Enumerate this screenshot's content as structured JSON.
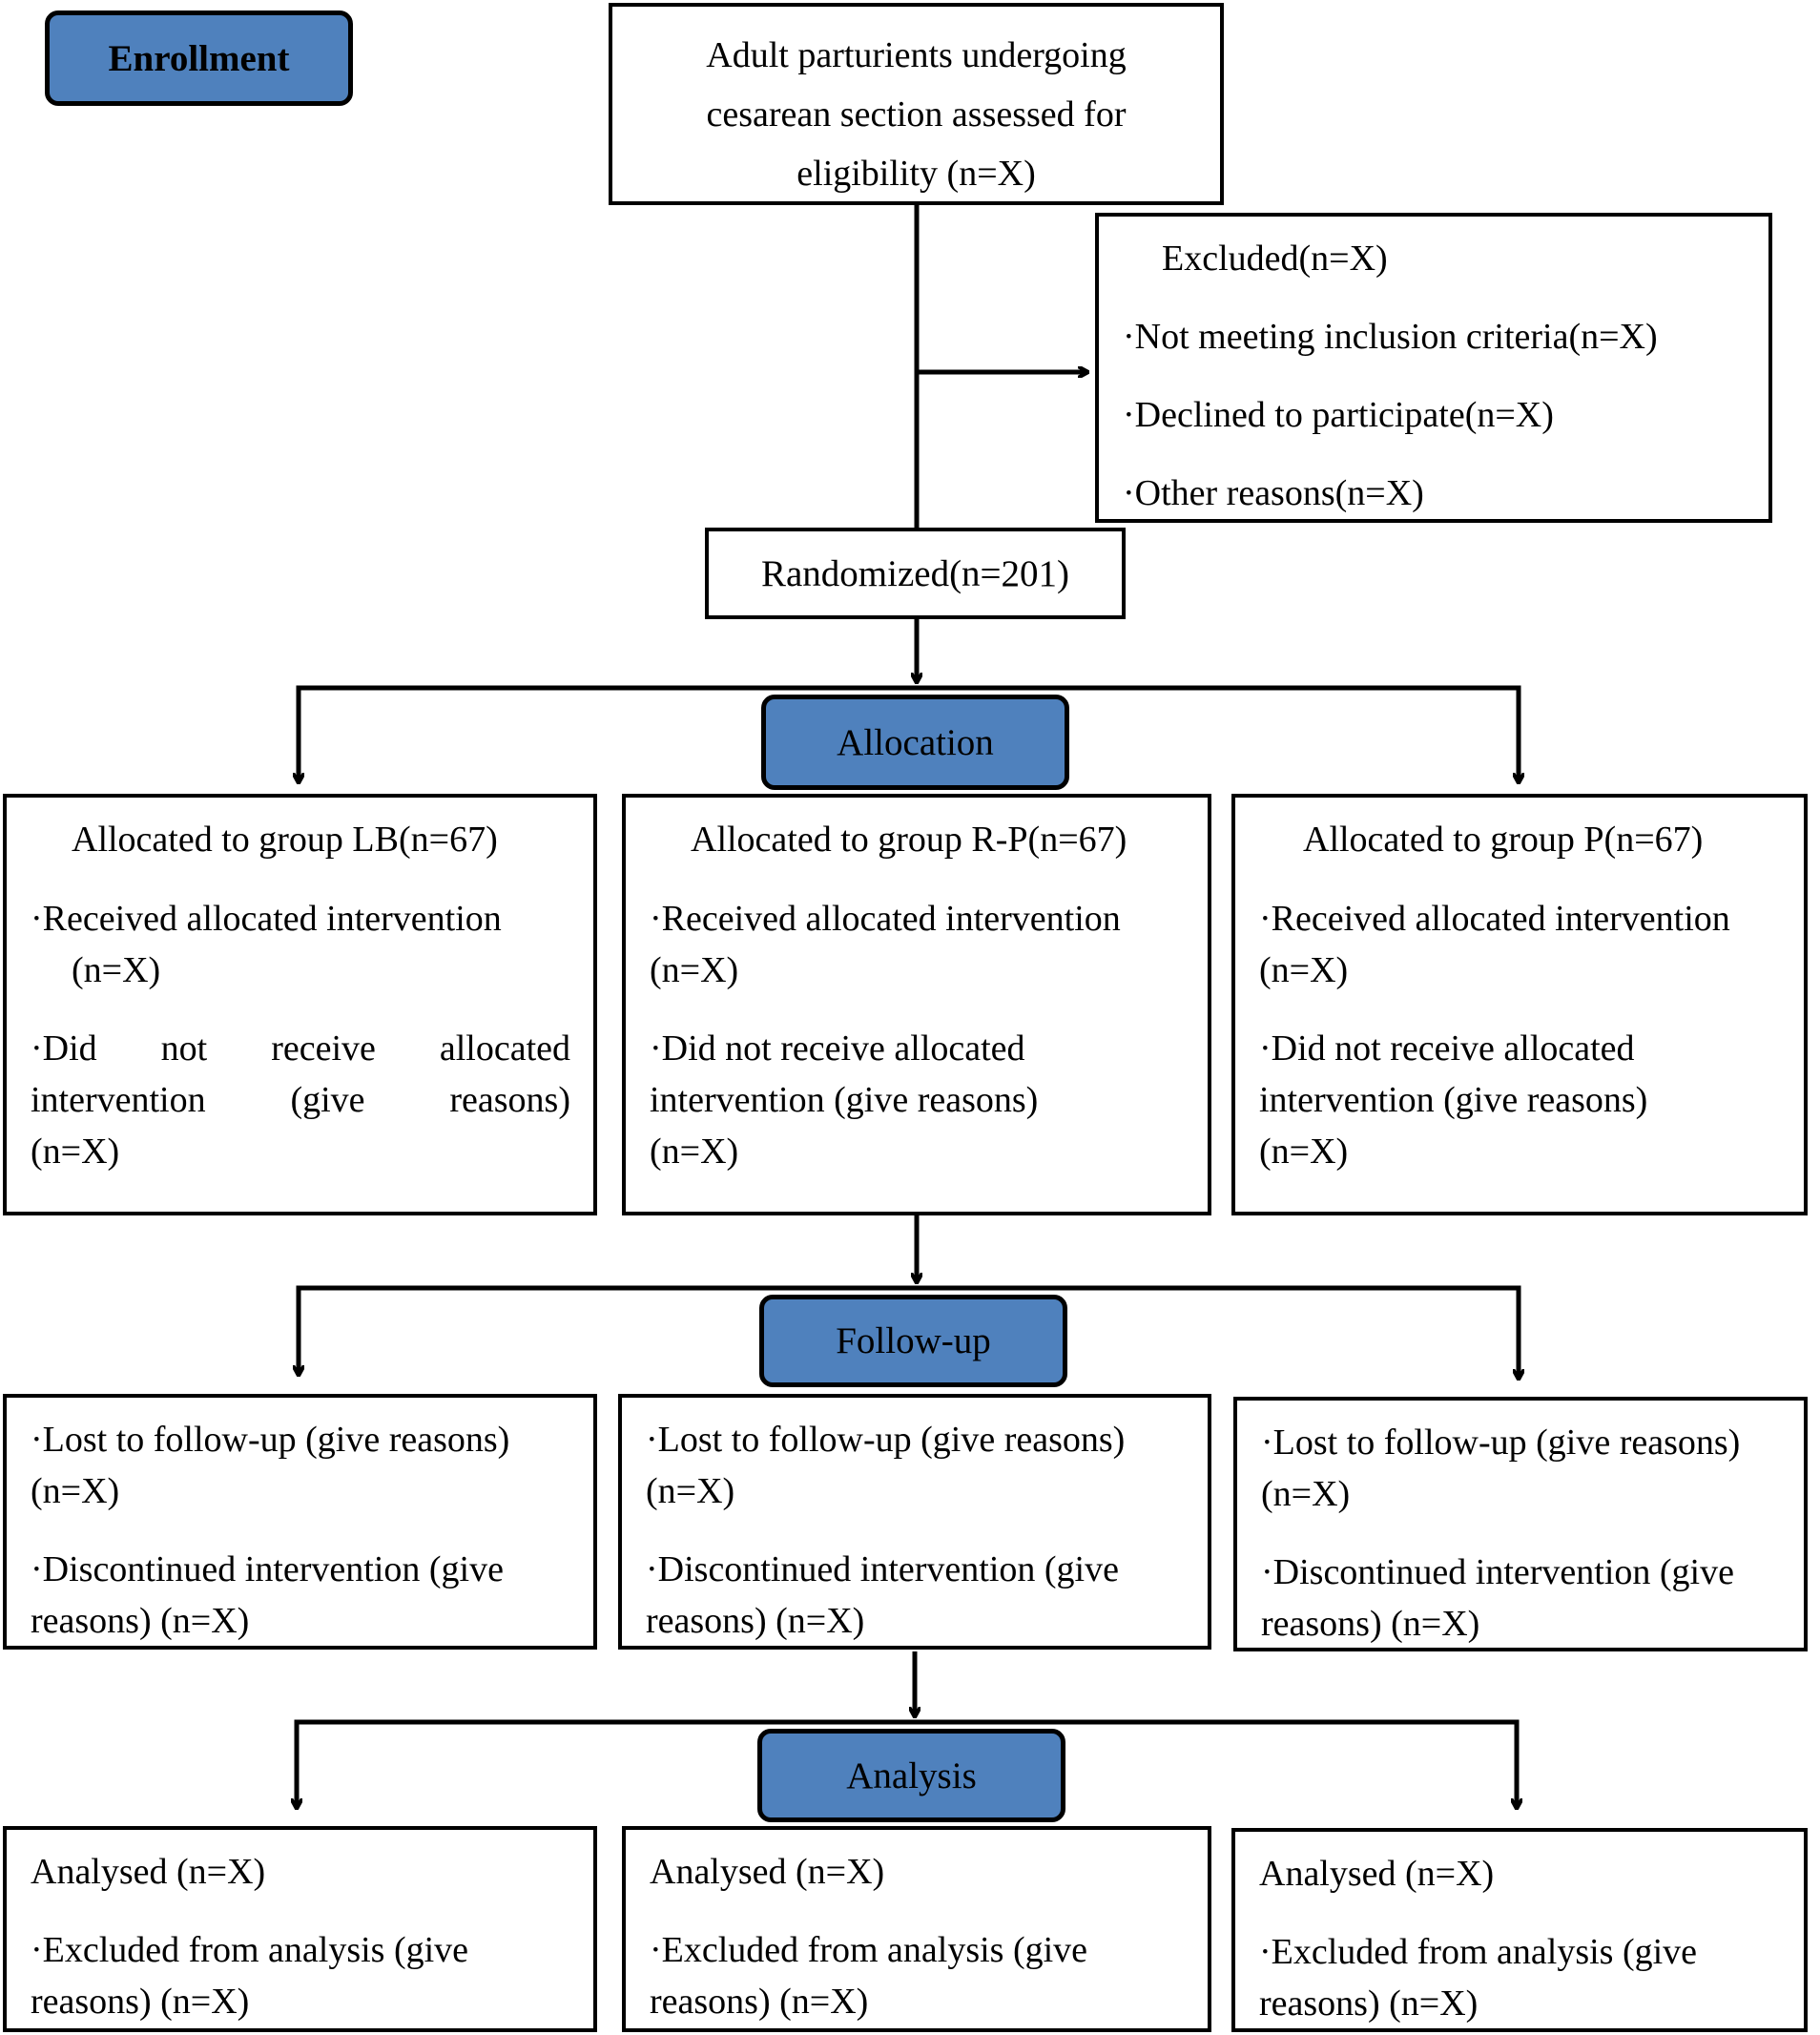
{
  "stages": {
    "enrollment": "Enrollment",
    "allocation": "Allocation",
    "follow_up": "Follow-up",
    "analysis": "Analysis"
  },
  "eligibility": {
    "line1": "Adult parturients undergoing",
    "line2": "cesarean section assessed for",
    "line3": "eligibility (n=X)"
  },
  "excluded": {
    "title": "Excluded(n=X)",
    "items": [
      "·Not meeting inclusion criteria(n=X)",
      "·Declined to participate(n=X)",
      "·Other reasons(n=X)"
    ]
  },
  "randomized": "Randomized(n=201)",
  "allocation": [
    {
      "title": "Allocated to group LB(n=67)",
      "received": "·Received allocated intervention",
      "received_n": "(n=X)",
      "not_received": "·Did not receive allocated intervention (give reasons)",
      "not_received_n": "(n=X)"
    },
    {
      "title": "Allocated to group R-P(n=67)",
      "received": "·Received allocated intervention",
      "received_n": "(n=X)",
      "not_received": "·Did not receive allocated",
      "not_received_2": "intervention (give reasons)",
      "not_received_n": "(n=X)"
    },
    {
      "title": "Allocated to group P(n=67)",
      "received": "·Received allocated intervention",
      "received_n": "(n=X)",
      "not_received": "·Did not receive allocated",
      "not_received_2": "intervention (give reasons)",
      "not_received_n": "(n=X)"
    }
  ],
  "follow_up": [
    {
      "lost": "·Lost to follow-up (give reasons)",
      "lost_n": "(n=X)",
      "discontinued": "·Discontinued intervention (give",
      "discontinued_2": "reasons) (n=X)"
    },
    {
      "lost": "·Lost to follow-up (give reasons)",
      "lost_n": "(n=X)",
      "discontinued": "·Discontinued intervention (give",
      "discontinued_2": "reasons) (n=X)"
    },
    {
      "lost": "·Lost to follow-up (give reasons)",
      "lost_n": "(n=X)",
      "discontinued": "·Discontinued intervention (give",
      "discontinued_2": "reasons) (n=X)"
    }
  ],
  "analysis": [
    {
      "analysed": "Analysed (n=X)",
      "excluded": "·Excluded from analysis (give",
      "excluded_2": "reasons) (n=X)"
    },
    {
      "analysed": "Analysed (n=X)",
      "excluded": "·Excluded from analysis (give",
      "excluded_2": "reasons) (n=X)"
    },
    {
      "analysed": "Analysed (n=X)",
      "excluded": "·Excluded from analysis (give",
      "excluded_2": "reasons) (n=X)"
    }
  ],
  "colors": {
    "stage_fill": "#4f81bd",
    "line": "#000000",
    "background": "#ffffff"
  }
}
